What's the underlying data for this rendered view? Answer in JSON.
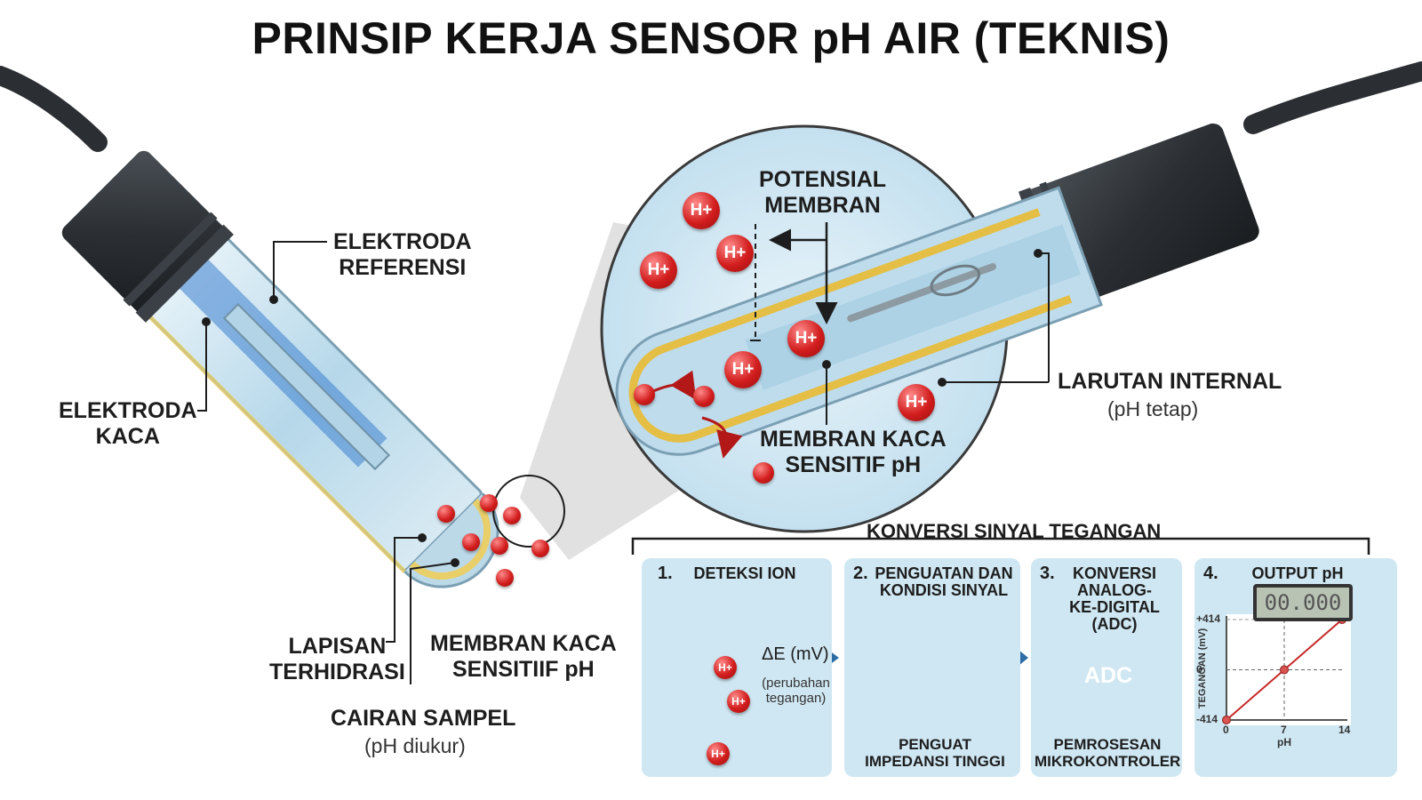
{
  "title": "PRINSIP KERJA SENSOR pH AIR (TEKNIS)",
  "probe_labels": {
    "reference_electrode": "ELEKTRODA\nREFERENSI",
    "glass_electrode": "ELEKTRODA\nKACA",
    "hydrated_layer": "LAPISAN\nTERHIDRASI",
    "glass_membrane": "MEMBRAN KACA\nSENSITIIF pH",
    "sample_liquid": "CAIRAN SAMPEL",
    "sample_liquid_sub": "(pH diukur)"
  },
  "zoom_labels": {
    "membrane_potential": "POTENSIAL\nMEMBRAN",
    "internal_solution": "LARUTAN INTERNAL",
    "internal_solution_sub": "(pH tetap)",
    "glass_membrane": "MEMBRAN KACA\nSENSITIF pH",
    "ion_label": "H+"
  },
  "conversion": {
    "heading": "KONVERSI SINYAL TEGANGAN",
    "steps": [
      {
        "num": "1.",
        "title": "DETEKSI ION"
      },
      {
        "num": "2.",
        "title": "PENGUATAN DAN\nKONDISI SINYAL",
        "caption": "PENGUAT\nIMPEDANSI TINGGI"
      },
      {
        "num": "3.",
        "title": "KONVERSI\nANALOG-\nKE-DIGITAL\n(ADC)",
        "caption": "PEMROSESAN\nMIKROKONTROLER"
      },
      {
        "num": "4.",
        "title": "OUTPUT pH"
      }
    ],
    "delta_e": "ΔE (mV)",
    "delta_e_sub": "(perubahan\ntegangan)",
    "adc_chip": "ADC",
    "lcd_value": "00.000"
  },
  "chart_data": {
    "type": "line",
    "xlabel": "pH",
    "ylabel": "TEGANGAN (mV)",
    "x_ticks": [
      "0",
      "7",
      "14"
    ],
    "y_ticks": [
      "+414",
      "0",
      "-414"
    ],
    "series": [
      {
        "x": [
          0,
          7,
          14
        ],
        "y": [
          -414,
          0,
          414
        ]
      }
    ],
    "xlim": [
      0,
      14
    ],
    "ylim": [
      -414,
      414
    ],
    "grid": true
  },
  "colors": {
    "ion": "#d21d1d",
    "panel": "#cfe7f2",
    "arrow": "#2e6da4",
    "membrane": "#f0c850",
    "cable": "#2b2f33"
  }
}
